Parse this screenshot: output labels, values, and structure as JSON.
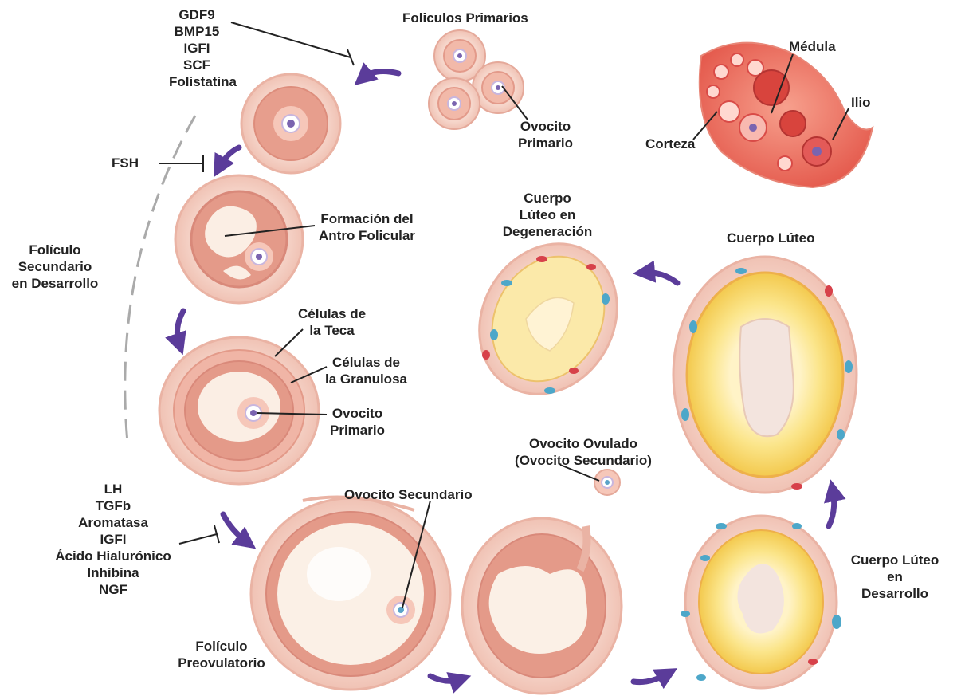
{
  "labels": {
    "growth_factors": [
      "GDF9",
      "BMP15",
      "IGFI",
      "SCF",
      "Folistatina"
    ],
    "fsh": "FSH",
    "primary_follicles": "Foliculos Primarios",
    "primary_oocyte_top": [
      "Ovocito",
      "Primario"
    ],
    "ovary_medulla": "Médula",
    "ovary_cortex": "Corteza",
    "ovary_hilum": "Ilio",
    "antrum_formation": [
      "Formación del",
      "Antro Folicular"
    ],
    "secondary_follicle": [
      "Folículo",
      "Secundario",
      "en Desarrollo"
    ],
    "theca_cells": [
      "Células de",
      "la Teca"
    ],
    "granulosa_cells": [
      "Células de",
      "la Granulosa"
    ],
    "primary_oocyte_mid": [
      "Ovocito",
      "Primario"
    ],
    "corpus_degeneration": [
      "Cuerpo",
      "Lúteo en",
      "Degeneración"
    ],
    "corpus_luteum": "Cuerpo Lúteo",
    "ovulated_oocyte": [
      "Ovocito Ovulado",
      "(Ovocito Secundario)"
    ],
    "secondary_oocyte": "Ovocito Secundario",
    "lh_factors": [
      "LH",
      "TGFb",
      "Aromatasa",
      "IGFI",
      "Ácido Hialurónico",
      "Inhibina",
      "NGF"
    ],
    "preovulatory": [
      "Folículo",
      "Preovulatorio"
    ],
    "corpus_developing": [
      "Cuerpo Lúteo",
      "en",
      "Desarrollo"
    ]
  },
  "colors": {
    "arrow": "#5b3c9a",
    "stroma": "#f3c9bd",
    "theca": "#e8a291",
    "granulosa": "#de8f80",
    "antrum": "#fcefe6",
    "luteal": "#f9de6a",
    "luteal_core": "#fff6d7",
    "oocyte": "#b9a6d8",
    "blue_cell": "#4da7c9",
    "red_cell": "#d7414a"
  }
}
